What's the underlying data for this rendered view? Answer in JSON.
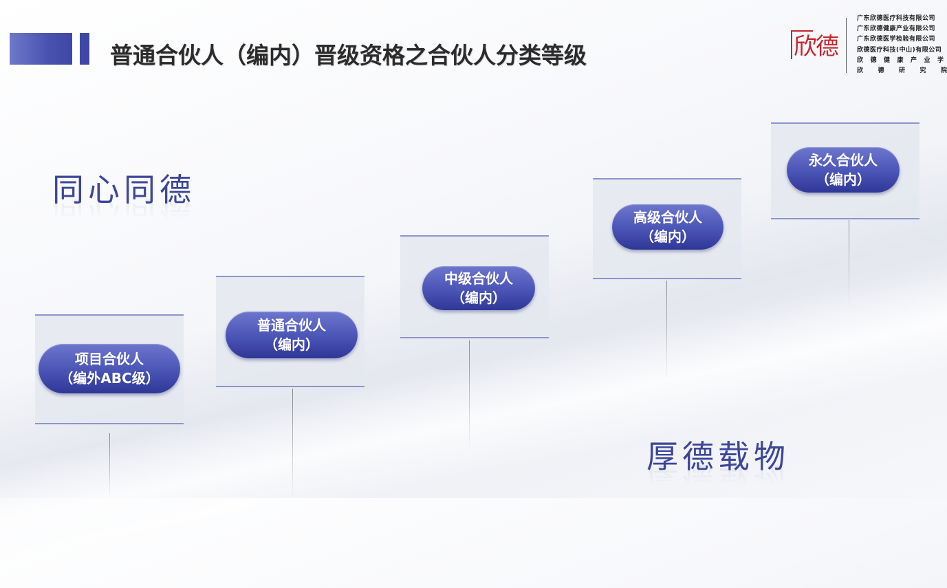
{
  "header": {
    "title": "普通合伙人（编内）晋级资格之合伙人分类等级",
    "logo_text": "欣德",
    "companies": [
      "广东欣德医疗科技有限公司",
      "广东欣德健康产业有限公司",
      "广东欣德医学检验有限公司",
      "欣德医疗科技(中山)有限公司",
      "欣德健康产业学院",
      "欣德研究院"
    ]
  },
  "slogans": {
    "left": "同心同德",
    "right": "厚德载物"
  },
  "levels": [
    {
      "line1": "项目合伙人",
      "line2": "（编外ABC级）"
    },
    {
      "line1": "普通合伙人",
      "line2": "（编内）"
    },
    {
      "line1": "中级合伙人",
      "line2": "（编内）"
    },
    {
      "line1": "高级合伙人",
      "line2": "（编内）"
    },
    {
      "line1": "永久合伙人",
      "line2": "（编内）"
    }
  ],
  "colors": {
    "accent": "#3e47a6",
    "brand_red": "#c9242b",
    "slogan": "#3d4699"
  }
}
